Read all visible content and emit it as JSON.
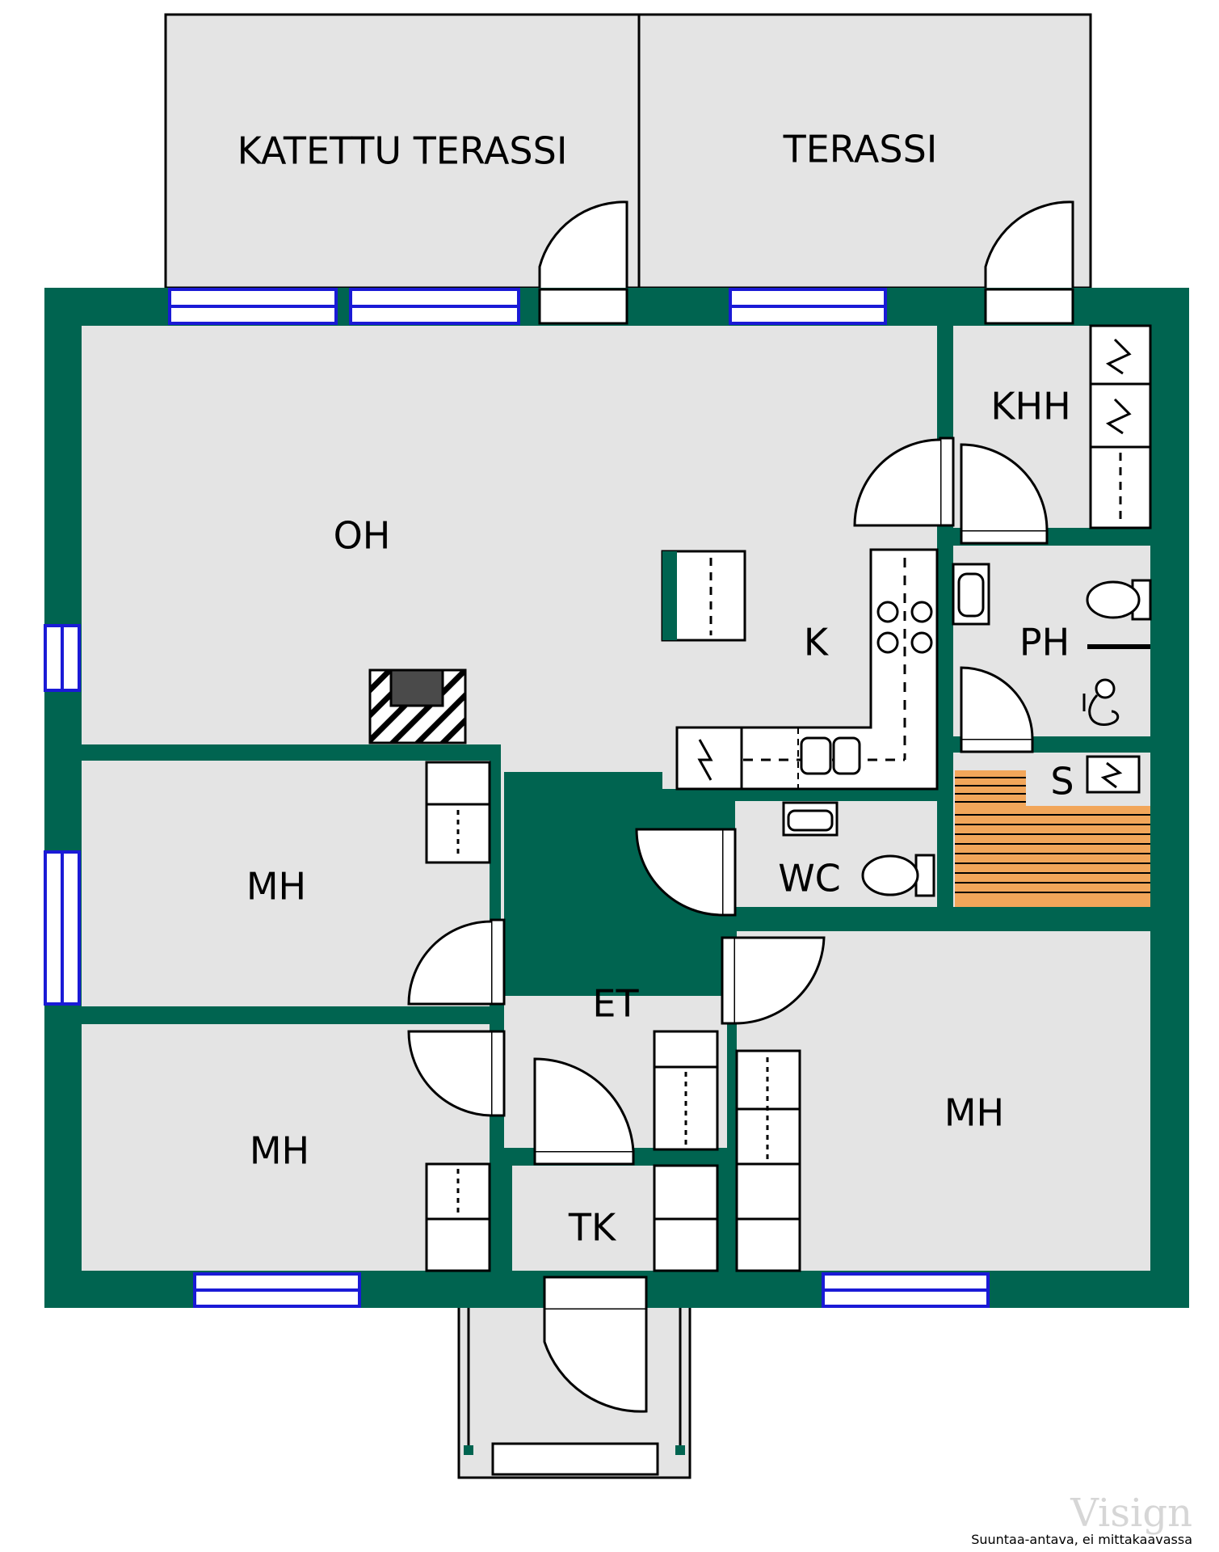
{
  "plan": {
    "rooms": {
      "covered_terrace": "KATETTU TERASSI",
      "terrace": "TERASSI",
      "living_room": "OH",
      "kitchen": "K",
      "utility_room": "KHH",
      "bathroom": "PH",
      "sauna": "S",
      "wc": "WC",
      "hall": "ET",
      "bedroom_1": "MH",
      "bedroom_2": "MH",
      "bedroom_3": "MH",
      "closet": "TK"
    },
    "note": "Suuntaa-antava, ei mittakaavassa",
    "watermark": "Visign"
  },
  "colors": {
    "wall": "#006450",
    "floor": "#e4e4e4",
    "window": "#1a1ad6",
    "sauna_bench": "#f2a65a",
    "fireplace": "#4a4a4a"
  }
}
